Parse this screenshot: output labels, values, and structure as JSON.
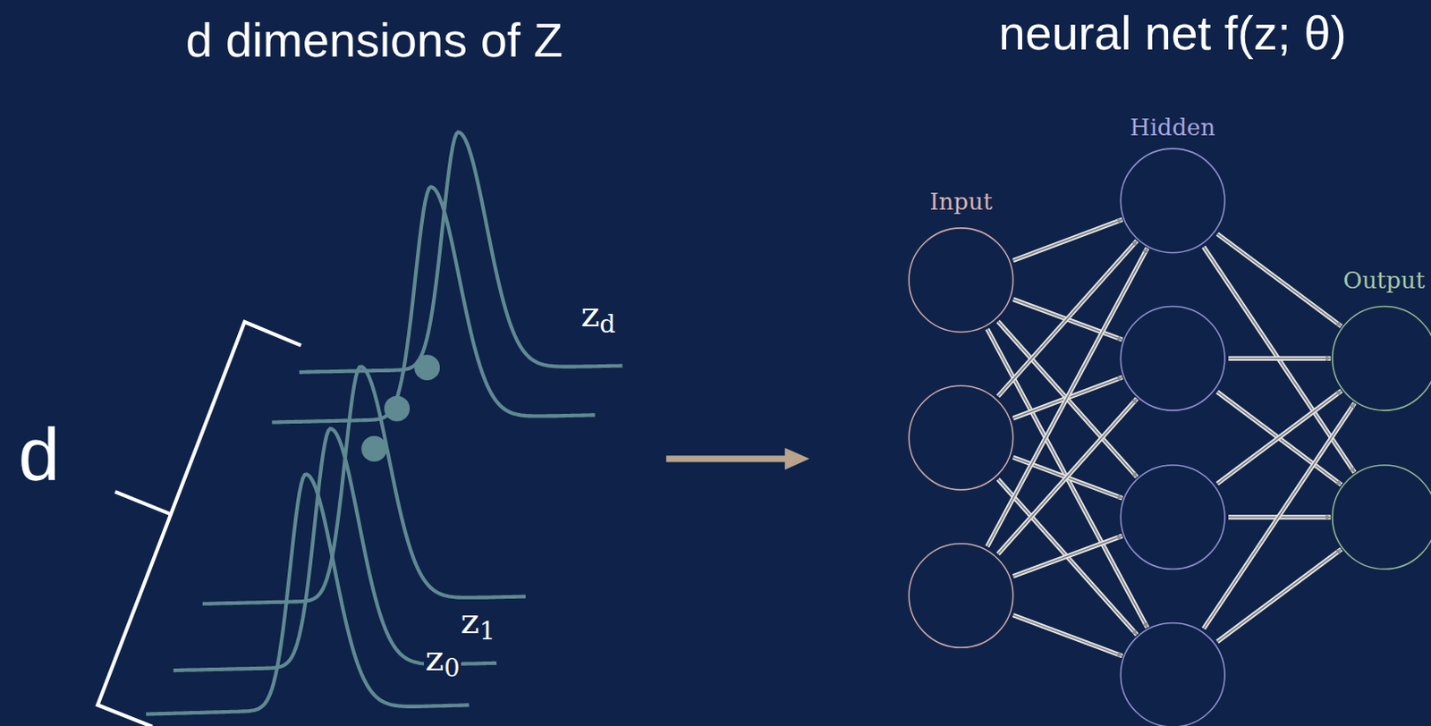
{
  "diagram": {
    "labels": [
      "d dimensions of Z",
      "neural net f(z; θ)",
      "d",
      "zd",
      "z1",
      "z0",
      "Input",
      "Hidden",
      "Output"
    ]
  }
}
